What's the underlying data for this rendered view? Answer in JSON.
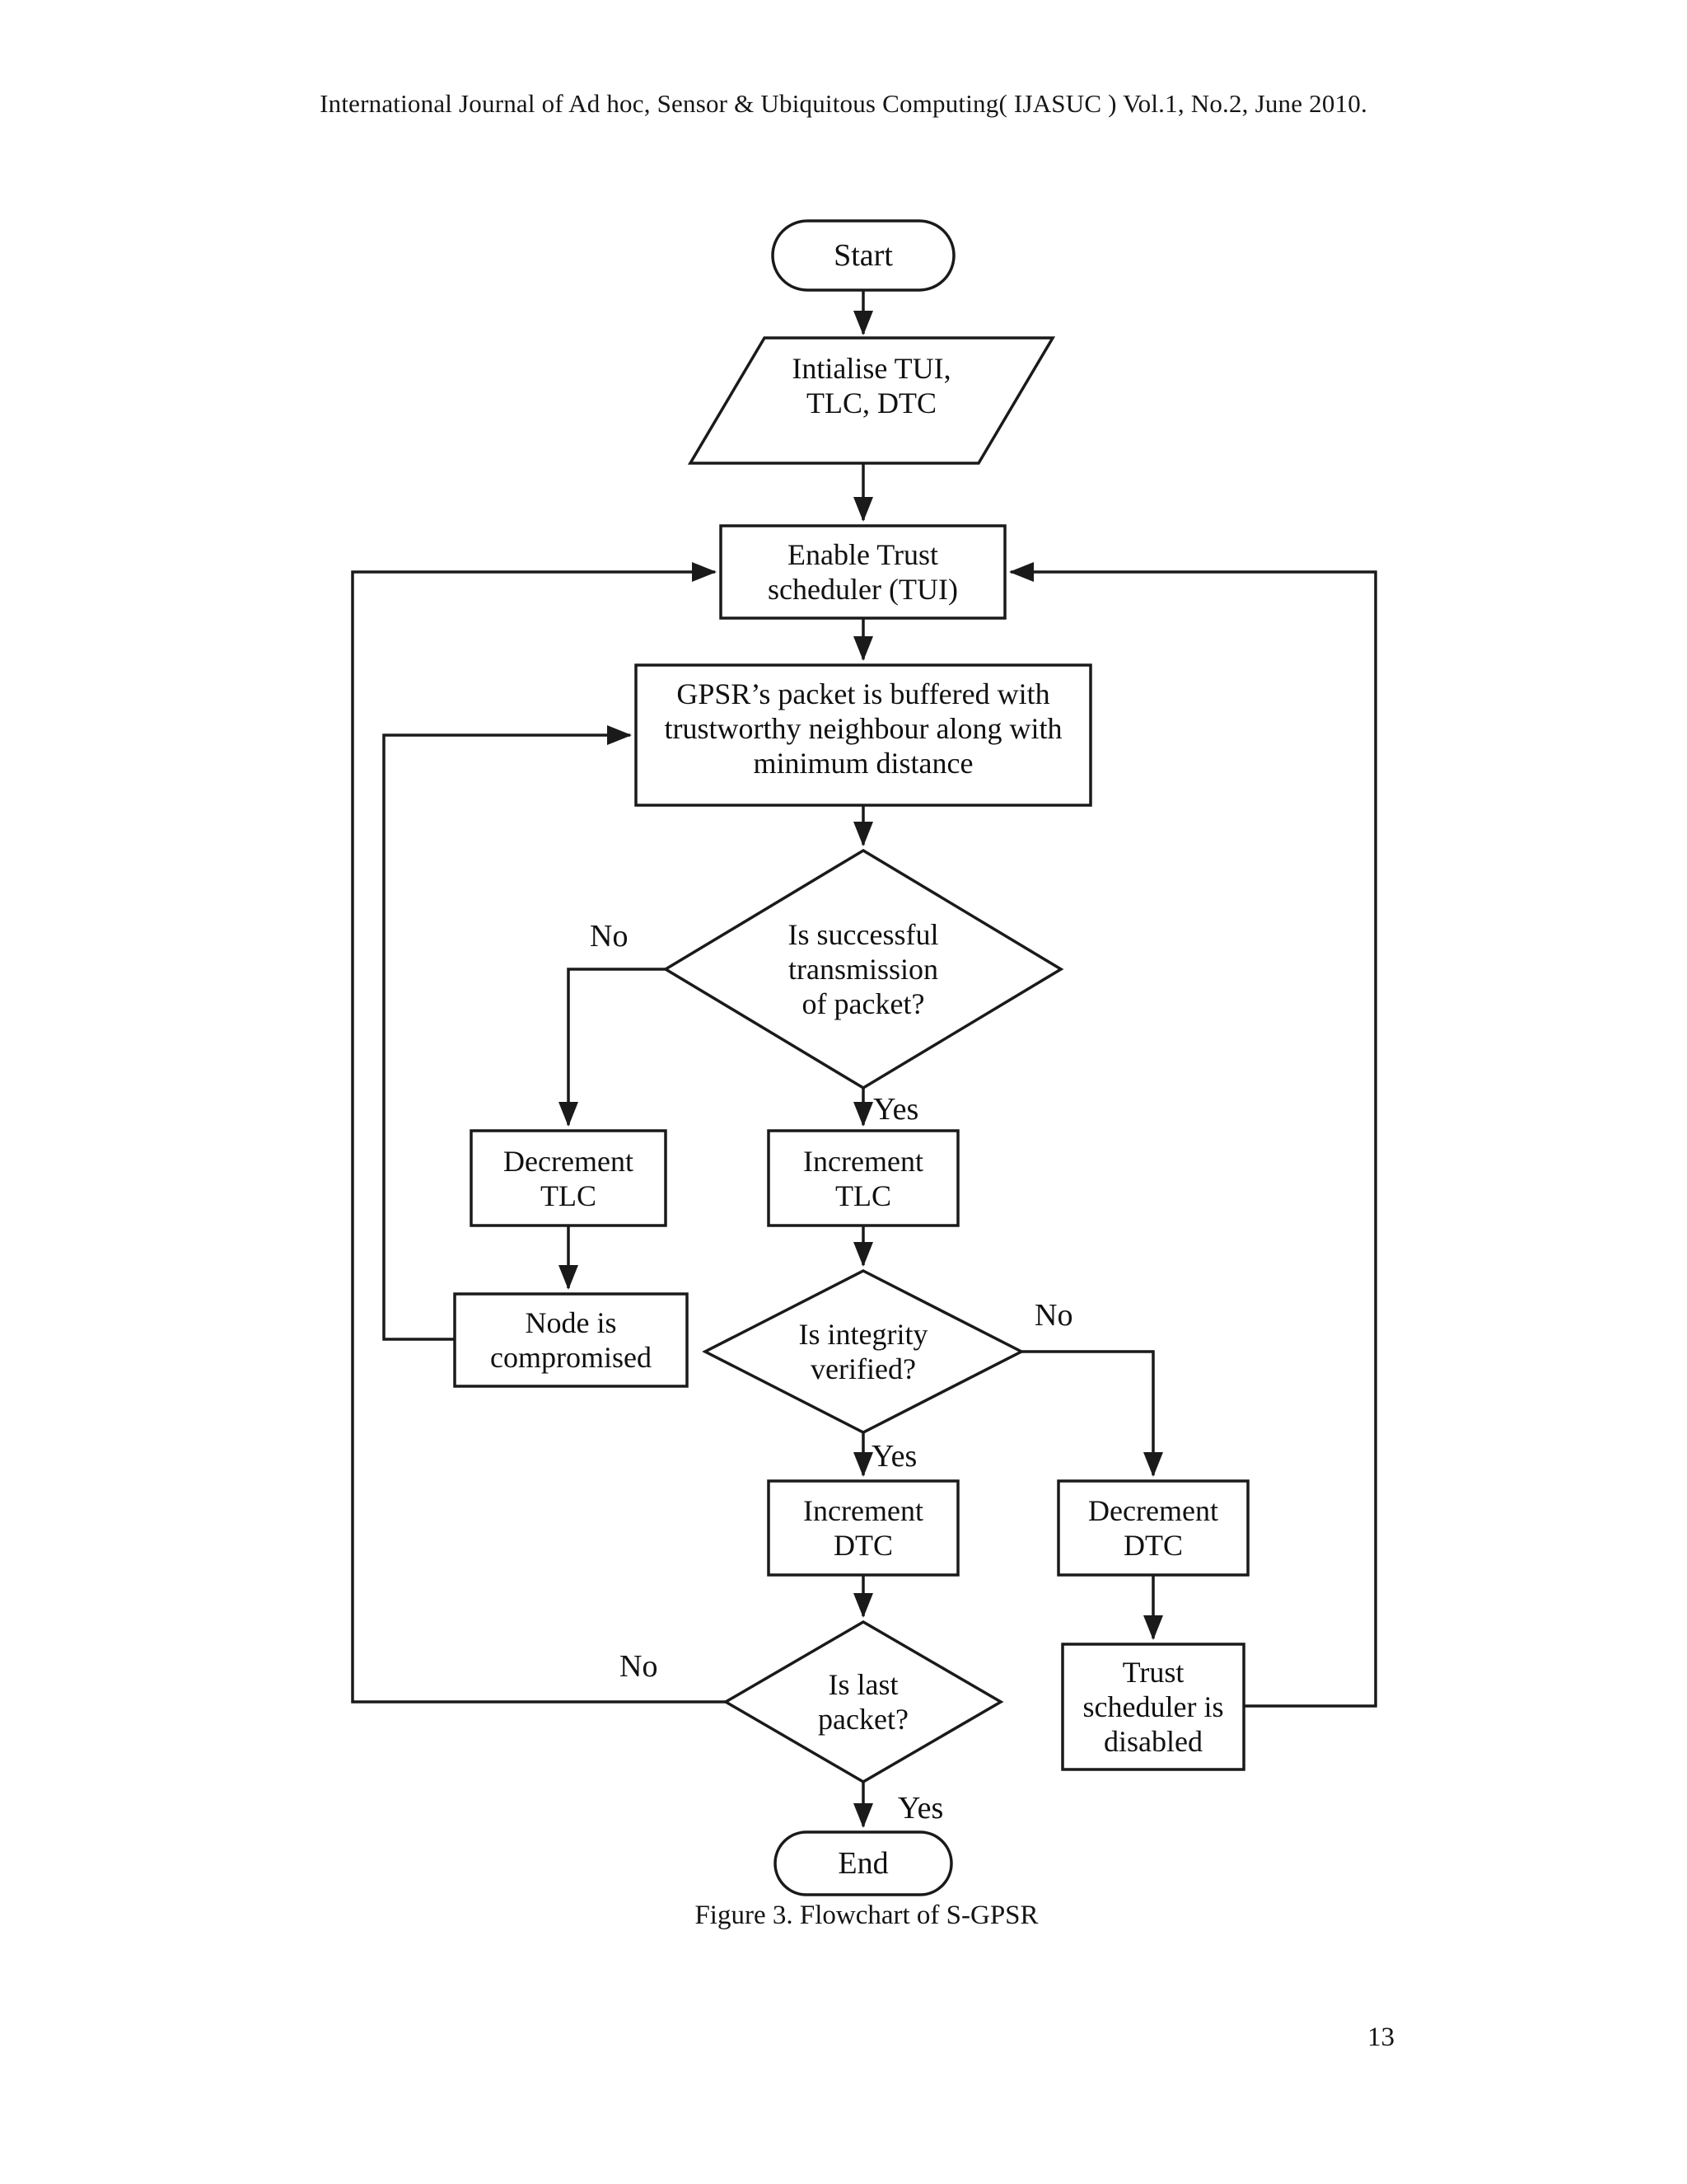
{
  "page": {
    "header": "International Journal of Ad hoc, Sensor & Ubiquitous Computing( IJASUC ) Vol.1, No.2, June 2010.",
    "caption": "Figure 3. Flowchart of S-GPSR",
    "page_number": "13"
  },
  "flowchart": {
    "nodes": {
      "start": {
        "type": "terminator",
        "label": "Start"
      },
      "init": {
        "type": "input-output",
        "label": "Intialise TUI,\nTLC, DTC"
      },
      "enable": {
        "type": "process",
        "label": "Enable Trust\nscheduler (TUI)"
      },
      "buffer": {
        "type": "process",
        "label": "GPSR’s packet is buffered with\ntrustworthy neighbour along with\nminimum distance"
      },
      "tx_decision": {
        "type": "decision",
        "label": "Is successful\ntransmission\nof packet?"
      },
      "dec_tlc": {
        "type": "process",
        "label": "Decrement\nTLC"
      },
      "inc_tlc": {
        "type": "process",
        "label": "Increment\nTLC"
      },
      "node_compromised": {
        "type": "process",
        "label": "Node is\ncompromised"
      },
      "integrity_decision": {
        "type": "decision",
        "label": "Is integrity\nverified?"
      },
      "inc_dtc": {
        "type": "process",
        "label": "Increment\nDTC"
      },
      "dec_dtc": {
        "type": "process",
        "label": "Decrement\nDTC"
      },
      "last_packet_decision": {
        "type": "decision",
        "label": "Is last\npacket?"
      },
      "trust_disabled": {
        "type": "process",
        "label": "Trust\nscheduler is\ndisabled"
      },
      "end": {
        "type": "terminator",
        "label": "End"
      }
    },
    "edge_labels": {
      "tx_no": "No",
      "tx_yes": "Yes",
      "integrity_no": "No",
      "integrity_yes": "Yes",
      "last_no": "No",
      "last_yes": "Yes"
    }
  }
}
